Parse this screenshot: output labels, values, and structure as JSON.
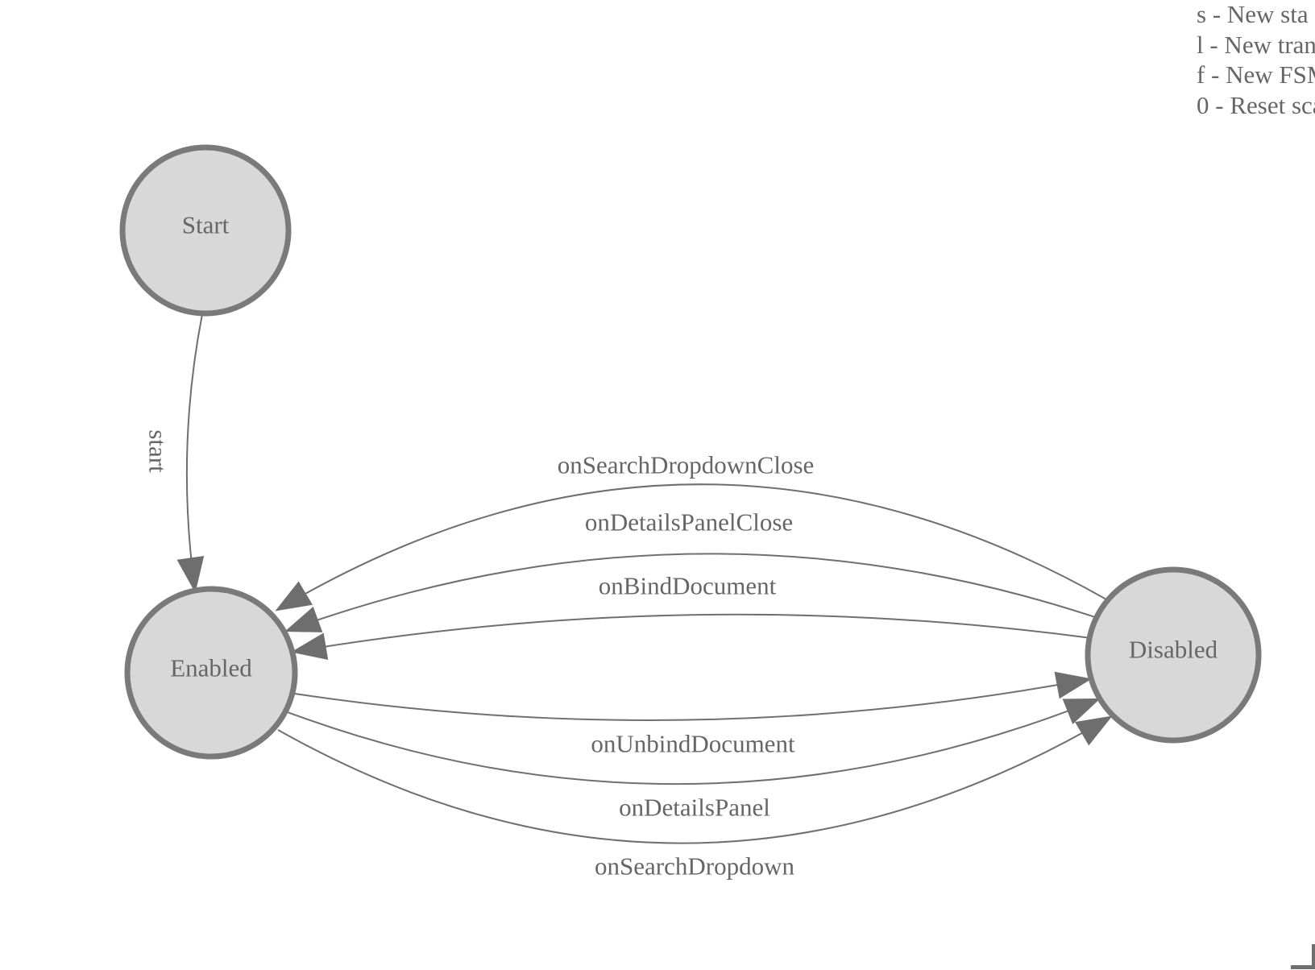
{
  "legend": {
    "lines": [
      "s - New sta",
      "l - New tran",
      "f - New FSM",
      "0 - Reset sca"
    ]
  },
  "diagram": {
    "states": [
      {
        "label": "Start"
      },
      {
        "label": "Enabled"
      },
      {
        "label": "Disabled"
      }
    ],
    "transitions": [
      {
        "label": "start",
        "from": "Start",
        "to": "Enabled"
      },
      {
        "label": "onSearchDropdownClose",
        "from": "Disabled",
        "to": "Enabled"
      },
      {
        "label": "onDetailsPanelClose",
        "from": "Disabled",
        "to": "Enabled"
      },
      {
        "label": "onBindDocument",
        "from": "Disabled",
        "to": "Enabled"
      },
      {
        "label": "onUnbindDocument",
        "from": "Enabled",
        "to": "Disabled"
      },
      {
        "label": "onDetailsPanel",
        "from": "Enabled",
        "to": "Disabled"
      },
      {
        "label": "onSearchDropdown",
        "from": "Enabled",
        "to": "Disabled"
      }
    ],
    "colors": {
      "node_fill": "#d8d8d8",
      "node_stroke": "#7a7a7a",
      "edge": "#6f6f6f",
      "arrow": "#6e6e6e",
      "text": "#666666"
    }
  }
}
